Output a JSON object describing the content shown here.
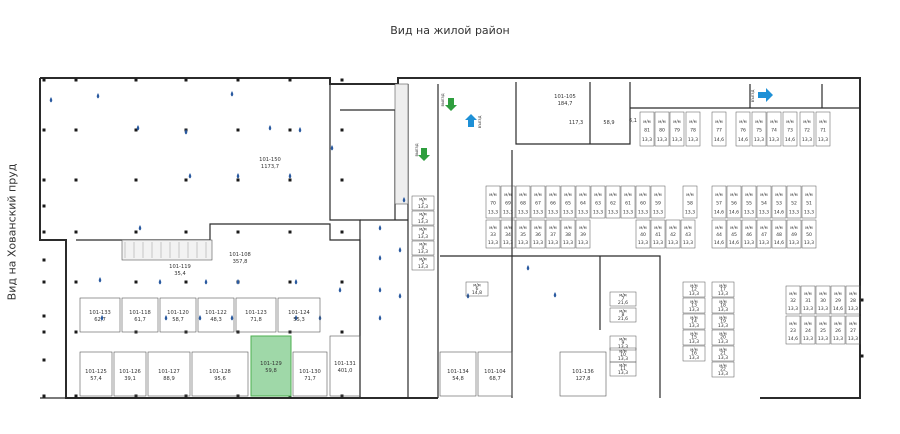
{
  "captions": {
    "top": "Вид на жилой район",
    "left": "Вид на Хованский пруд"
  },
  "colors": {
    "wall": "#2b2b2b",
    "thin_line": "#555555",
    "highlight_fill": "#9fd8a8",
    "highlight_stroke": "#4caf50",
    "exit_arrow": "#2e9e3e",
    "entry_arrow": "#1e90d6",
    "column": "#1a1a1a",
    "drop": "#2a5aa0"
  },
  "shops": [
    {
      "id": "101-150",
      "area": "1173,7"
    },
    {
      "id": "101-108",
      "area": "357,8"
    },
    {
      "id": "101-119",
      "area": "35,4"
    },
    {
      "id": "101-133",
      "area": "62,7"
    },
    {
      "id": "101-118",
      "area": "61,7"
    },
    {
      "id": "101-120",
      "area": "58,7"
    },
    {
      "id": "101-122",
      "area": "48,3"
    },
    {
      "id": "101-123",
      "area": "71,8"
    },
    {
      "id": "101-124",
      "area": "55,3"
    },
    {
      "id": "101-125",
      "area": "57,4"
    },
    {
      "id": "101-126",
      "area": "39,1"
    },
    {
      "id": "101-127",
      "area": "88,9"
    },
    {
      "id": "101-128",
      "area": "95,6"
    },
    {
      "id": "101-129",
      "area": "59,8",
      "selected": true
    },
    {
      "id": "101-130",
      "area": "71,7"
    },
    {
      "id": "101-131",
      "area": "401,0"
    },
    {
      "id": "101-134",
      "area": "54,8"
    },
    {
      "id": "101-104",
      "area": "68,7"
    },
    {
      "id": "101-136",
      "area": "127,8"
    },
    {
      "id": "101-105",
      "area": "184,7"
    }
  ],
  "misc_labels": [
    "117,3",
    "58,9",
    "6,1"
  ],
  "exit_label": "ВЫЕЗД",
  "entry_label": "ВЪЕЗД",
  "parking_prefix": "м/м",
  "parking_top_row": [
    {
      "n": "81",
      "a": "13,3"
    },
    {
      "n": "80",
      "a": "13,3"
    },
    {
      "n": "79",
      "a": "13,3"
    },
    {
      "n": "78",
      "a": "13,3"
    },
    {
      "n": "77",
      "a": "14,6"
    },
    {
      "n": "76",
      "a": "14,6"
    },
    {
      "n": "75",
      "a": "13,3"
    },
    {
      "n": "74",
      "a": "13,3"
    },
    {
      "n": "73",
      "a": "14,6"
    },
    {
      "n": "72",
      "a": "13,3"
    },
    {
      "n": "71",
      "a": "13,3"
    }
  ],
  "parking_row_a": [
    {
      "n": "70",
      "a": "13,3"
    },
    {
      "n": "69",
      "a": "13,3"
    },
    {
      "n": "68",
      "a": "13,3"
    },
    {
      "n": "67",
      "a": "13,3"
    },
    {
      "n": "66",
      "a": "13,3"
    },
    {
      "n": "65",
      "a": "13,3"
    },
    {
      "n": "64",
      "a": "13,3"
    },
    {
      "n": "63",
      "a": "13,3"
    },
    {
      "n": "62",
      "a": "13,3"
    },
    {
      "n": "61",
      "a": "13,3"
    },
    {
      "n": "60",
      "a": "13,3"
    },
    {
      "n": "59",
      "a": "13,3"
    },
    {
      "n": "58",
      "a": "13,3"
    },
    {
      "n": "57",
      "a": "14,6"
    },
    {
      "n": "56",
      "a": "14,6"
    },
    {
      "n": "55",
      "a": "13,3"
    },
    {
      "n": "54",
      "a": "13,3"
    },
    {
      "n": "53",
      "a": "14,6"
    },
    {
      "n": "52",
      "a": "13,3"
    },
    {
      "n": "51",
      "a": "13,3"
    }
  ],
  "parking_row_b": [
    {
      "n": "33",
      "a": "13,3"
    },
    {
      "n": "34",
      "a": "13,3"
    },
    {
      "n": "35",
      "a": "13,3"
    },
    {
      "n": "36",
      "a": "13,3"
    },
    {
      "n": "37",
      "a": "13,3"
    },
    {
      "n": "38",
      "a": "13,3"
    },
    {
      "n": "39",
      "a": "13,3"
    },
    {
      "n": "40",
      "a": "13,3"
    },
    {
      "n": "41",
      "a": "13,3"
    },
    {
      "n": "42",
      "a": "13,3"
    },
    {
      "n": "43",
      "a": "13,3"
    },
    {
      "n": "44",
      "a": "14,6"
    },
    {
      "n": "45",
      "a": "14,6"
    },
    {
      "n": "46",
      "a": "13,3"
    },
    {
      "n": "47",
      "a": "13,3"
    },
    {
      "n": "48",
      "a": "14,6"
    },
    {
      "n": "49",
      "a": "13,3"
    },
    {
      "n": "50",
      "a": "13,3"
    }
  ],
  "parking_ramp_col": [
    {
      "n": "1",
      "a": "13,3"
    },
    {
      "n": "2",
      "a": "13,3"
    },
    {
      "n": "3",
      "a": "13,3"
    },
    {
      "n": "4",
      "a": "13,3"
    },
    {
      "n": "5",
      "a": "13,3"
    }
  ],
  "parking_mid_col": [
    {
      "n": "6",
      "a": "14,8"
    },
    {
      "n": "7",
      "a": "21,6"
    },
    {
      "n": "8",
      "a": "21,6"
    },
    {
      "n": "9",
      "a": "13,3"
    },
    {
      "n": "10",
      "a": "13,3"
    },
    {
      "n": "11",
      "a": "13,3"
    }
  ],
  "parking_col_left": [
    {
      "n": "12",
      "a": "13,3"
    },
    {
      "n": "13",
      "a": "13,3"
    },
    {
      "n": "14",
      "a": "13,3"
    },
    {
      "n": "15",
      "a": "13,3"
    },
    {
      "n": "16",
      "a": "13,3"
    }
  ],
  "parking_col_right": [
    {
      "n": "17",
      "a": "13,3"
    },
    {
      "n": "18",
      "a": "13,3"
    },
    {
      "n": "19",
      "a": "13,3"
    },
    {
      "n": "20",
      "a": "13,3"
    },
    {
      "n": "21",
      "a": "13,3"
    },
    {
      "n": "22",
      "a": "13,3"
    }
  ],
  "parking_right_upper": [
    {
      "n": "32",
      "a": "13,3"
    },
    {
      "n": "31",
      "a": "13,3"
    },
    {
      "n": "30",
      "a": "13,3"
    },
    {
      "n": "29",
      "a": "14,6"
    },
    {
      "n": "28",
      "a": "13,3"
    }
  ],
  "parking_right_lower": [
    {
      "n": "23",
      "a": "14,6"
    },
    {
      "n": "24",
      "a": "13,3"
    },
    {
      "n": "25",
      "a": "13,3"
    },
    {
      "n": "26",
      "a": "13,3"
    },
    {
      "n": "27",
      "a": "13,3"
    }
  ]
}
